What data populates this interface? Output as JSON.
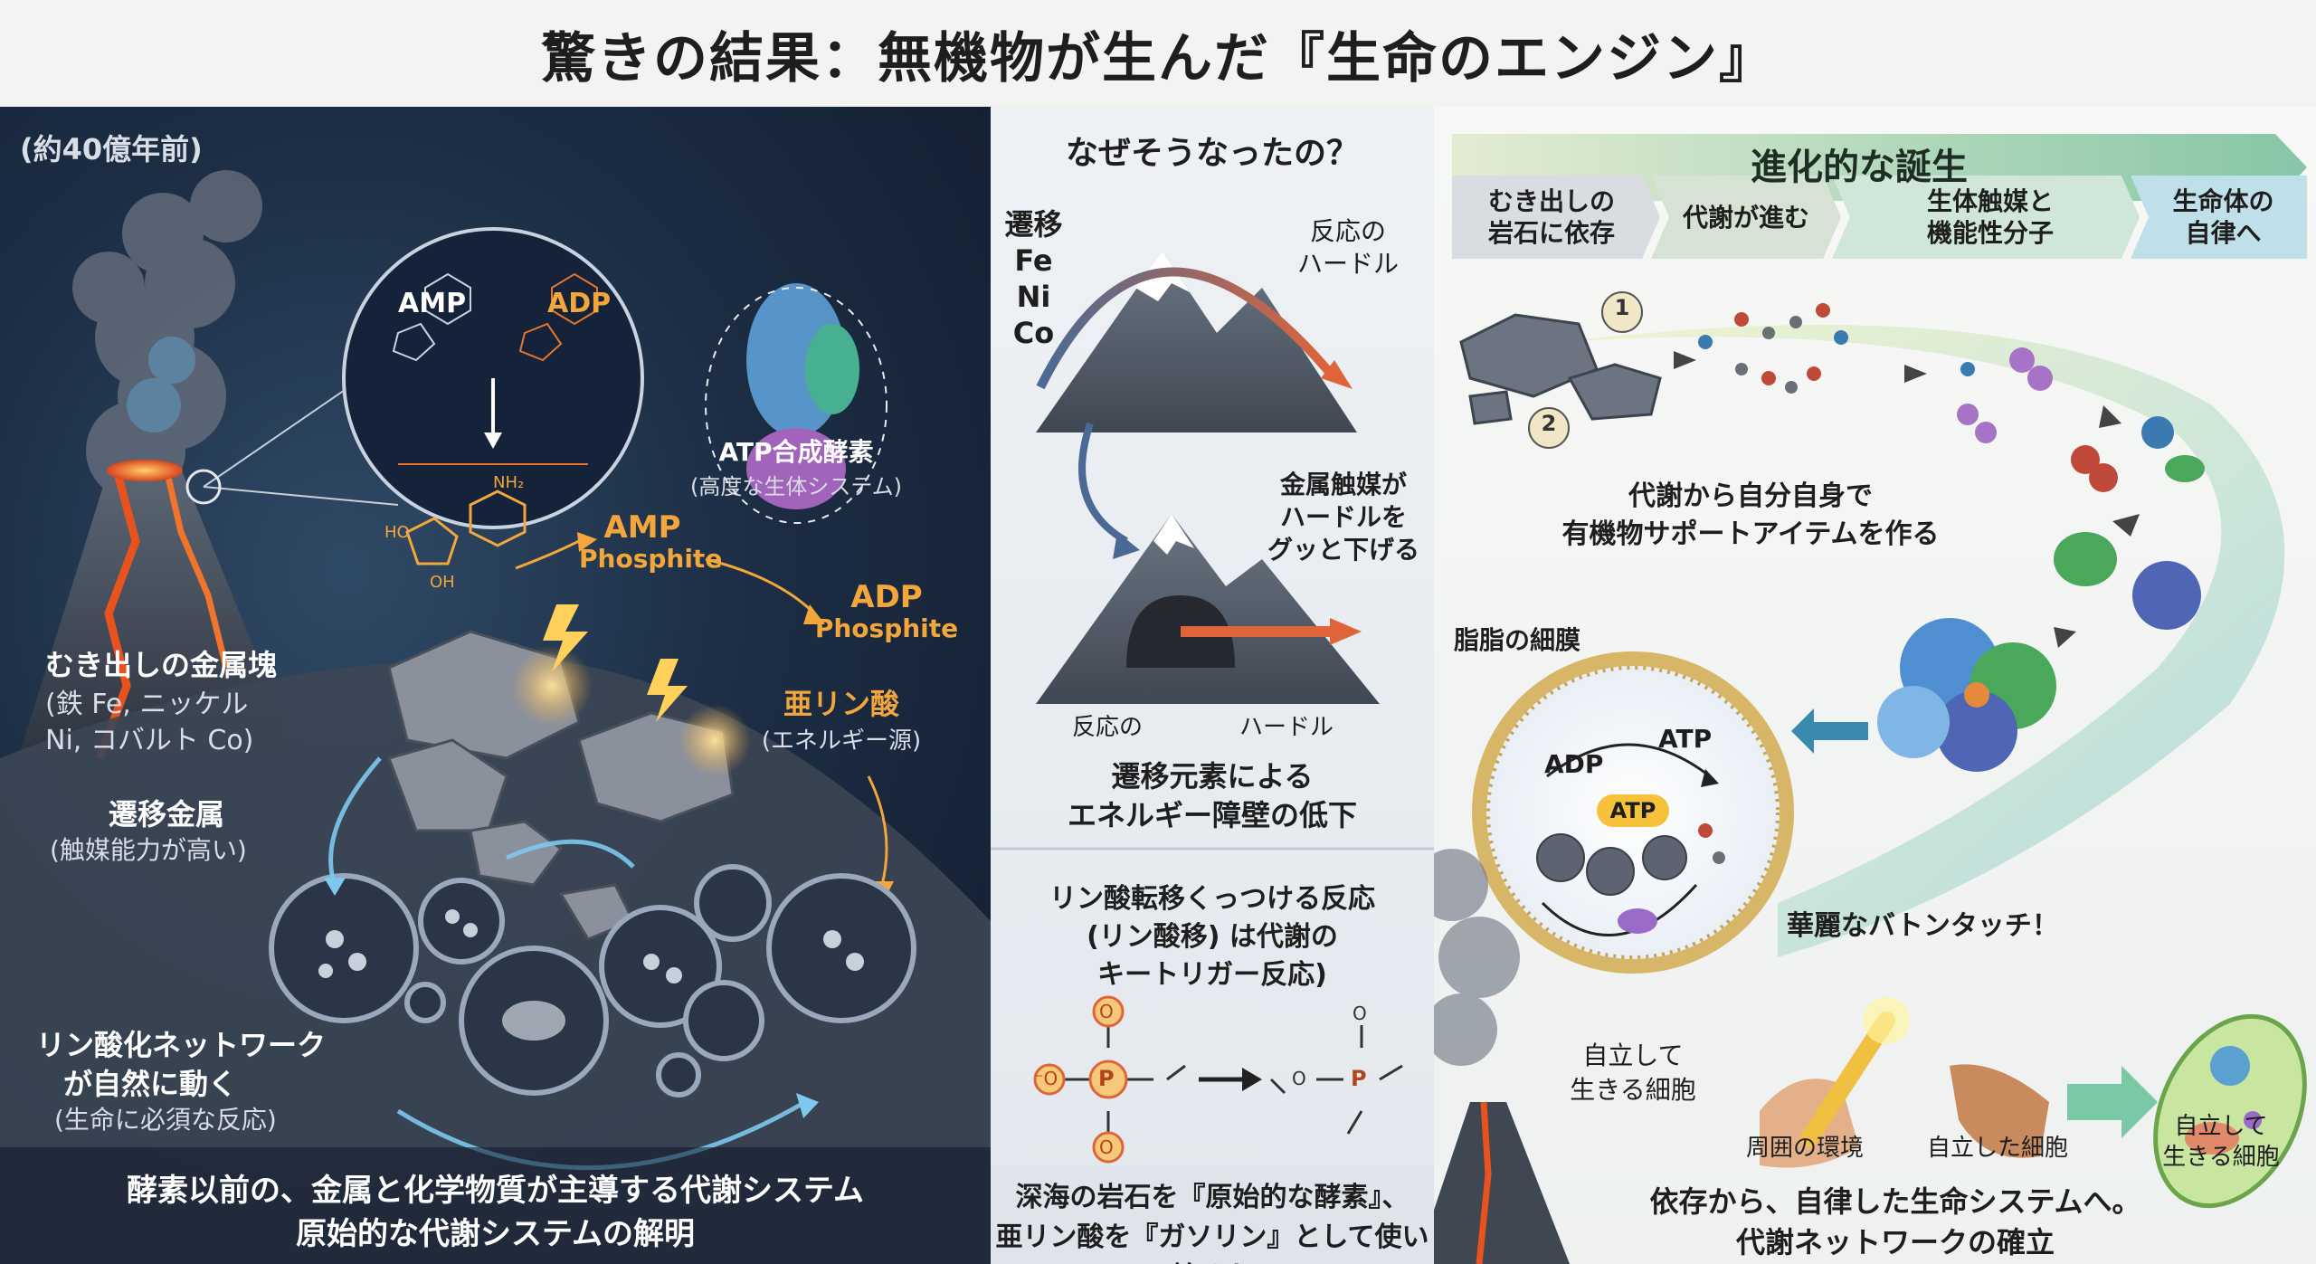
{
  "title": "驚きの結果：無機物が生んだ『生命のエンジン』",
  "left": {
    "era": "(約40億年前)",
    "zoom_amp": "AMP",
    "zoom_adp": "ADP",
    "enzyme_name": "ATP合成酵素",
    "enzyme_sub": "(高度な生体システム)",
    "nh2": "NH₂",
    "ho": "HO",
    "oh": "OH",
    "amp_phosphite_1": "AMP",
    "amp_phosphite_2": "Phosphite",
    "adp_phosphite_1": "ADP",
    "adp_phosphite_2": "Phosphite",
    "phosphite_title": "亜リン酸",
    "phosphite_sub": "(エネルギー源)",
    "metal_title": "むき出しの金属塊",
    "metal_sub1": "(鉄 Fe, ニッケル",
    "metal_sub2": "Ni, コバルト Co)",
    "transition_title": "遷移金属",
    "transition_sub": "(触媒能力が高い)",
    "network_1": "リン酸化ネットワーク",
    "network_2": "が自然に動く",
    "network_sub": "(生命に必須な反応)",
    "caption_1": "酵素以前の、金属と化学物質が主導する代謝システム",
    "caption_2": "原始的な代謝システムの解明"
  },
  "middle": {
    "question": "なぜそうなったの？",
    "metals": [
      "遷移",
      "Fe",
      "Ni",
      "Co"
    ],
    "hurdle_1": "反応の",
    "hurdle_2": "ハードル",
    "catalyst_1": "金属触媒が",
    "catalyst_2": "ハードルを",
    "catalyst_3": "グッと下げる",
    "bottom_left": "反応の",
    "bottom_right": "ハードル",
    "summary_1": "遷移元素による",
    "summary_2": "エネルギー障壁の低下",
    "reaction_1": "リン酸転移くっつける反応",
    "reaction_2": "(リン酸移) は代謝の",
    "reaction_3": "キートリガー反応)",
    "atom_p": "P",
    "atom_o": "O",
    "charge": "⁻O",
    "caption_1": "深海の岩石を『原始的な酵素』、",
    "caption_2": "亜リン酸を『ガソリン』として使い始めた"
  },
  "right": {
    "ribbon": "進化的な誕生",
    "stages": [
      "むき出しの\n岩石に依存",
      "代謝が進む",
      "生体触媒と\n機能性分子",
      "生命体の\n自律へ"
    ],
    "num_1": "1",
    "num_2": "2",
    "support_1": "代謝から自分自身で",
    "support_2": "有機物サポートアイテムを作る",
    "membrane": "脂脂の細膜",
    "cell_adp": "ADP",
    "cell_atp": "ATP",
    "cell_atp_badge": "ATP",
    "baton": "華麗なバトンタッチ！",
    "self_cell_1": "自立して",
    "self_cell_2": "生きる細胞",
    "env": "周囲の環境",
    "indep": "自立した細胞",
    "final_1": "自立して",
    "final_2": "生きる細胞",
    "caption_1": "依存から、自律した生命システムへ。",
    "caption_2": "代謝ネットワークの確立"
  },
  "colors": {
    "accent_orange": "#f2a63b",
    "glow_blue": "#7ec8f0",
    "ribbon_green": "#9ccf8f"
  }
}
